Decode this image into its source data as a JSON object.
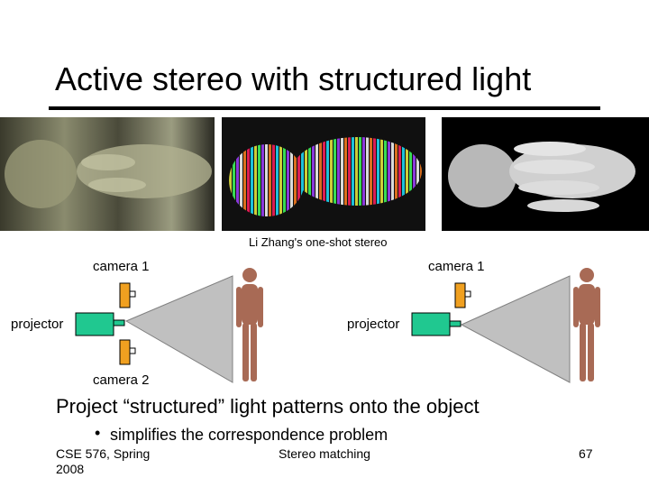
{
  "slide": {
    "title": "Active stereo with structured light",
    "caption": "Li Zhang's one-shot stereo",
    "left_diagram": {
      "camera_top_label": "camera 1",
      "projector_label": "projector",
      "camera_bottom_label": "camera 2"
    },
    "right_diagram": {
      "camera_top_label": "camera 1",
      "projector_label": "projector"
    },
    "main_point": "Project “structured” light patterns onto the object",
    "bullet": "simplifies the correspondence problem",
    "footer": {
      "left": "CSE 576, Spring 2008",
      "center": "Stereo matching",
      "page": "67"
    }
  },
  "colors": {
    "camera": "#F0A020",
    "projector": "#20C890",
    "cone": "#C0C0C0",
    "figure": "#A86A55"
  },
  "stripe_colors": [
    "#ff2060",
    "#20e0ff",
    "#f0f040",
    "#40ff60",
    "#a040ff",
    "#ffffff",
    "#ff8020"
  ]
}
